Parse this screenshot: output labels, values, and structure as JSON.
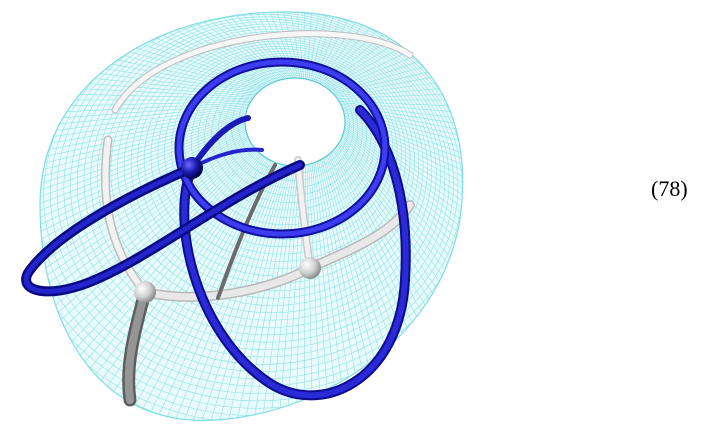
{
  "figure": {
    "equation_number": "(78)",
    "colors": {
      "mesh": "#7fdde3",
      "mesh_dark": "#4fb8c4",
      "tube_white": "#f2f2f2",
      "tube_gray": "#8a8a8a",
      "tube_blue": "#2222dd",
      "tube_blue_dark": "#0b0b8a",
      "sphere_gray": "#d8d8d8",
      "sphere_blue": "#1a1aa8"
    },
    "icons": [
      "torus-mesh",
      "gray-graph-tubes",
      "blue-graph-loops",
      "vertex-spheres"
    ]
  }
}
